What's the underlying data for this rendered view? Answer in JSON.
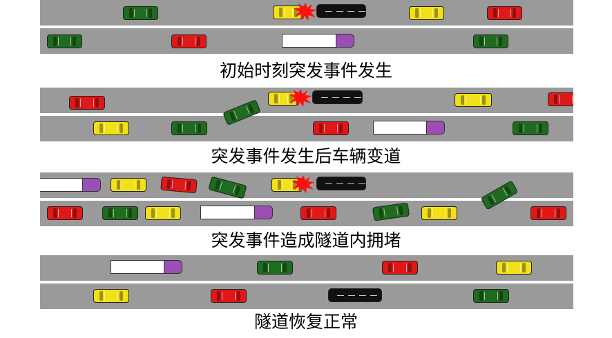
{
  "colors": {
    "road": "#9a9a9a",
    "green": "#1f6b1f",
    "red": "#e01818",
    "yellow": "#f2e01a",
    "purple": "#9b4fb5",
    "black": "#111111",
    "crash": "#ff1010"
  },
  "panels": [
    {
      "caption": "初始时刻突发事件发生"
    },
    {
      "caption": "突发事件发生后车辆变道"
    },
    {
      "caption": "突发事件造成隧道内拥堵"
    },
    {
      "caption": "隧道恢复正常"
    }
  ]
}
